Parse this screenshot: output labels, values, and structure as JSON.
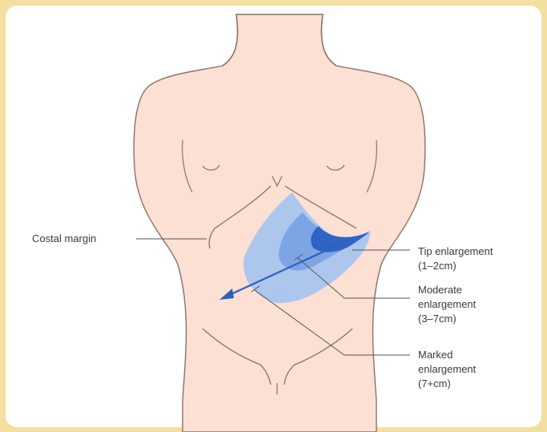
{
  "labels": {
    "costal_margin": "Costal margin",
    "tip_line1": "Tip enlargement",
    "tip_line2": "(1–2cm)",
    "moderate_line1": "Moderate",
    "moderate_line2": "enlargement",
    "moderate_line3": "(3–7cm)",
    "marked_line1": "Marked",
    "marked_line2": "enlargement",
    "marked_line3": "(7+cm)"
  },
  "colors": {
    "frame": "#f3dfa0",
    "skin": "#fbe0d3",
    "skin_outline": "#8a7068",
    "zone_marked": "#a9c4ee",
    "zone_moderate": "#7aa3e6",
    "zone_tip": "#2f64c4",
    "arrow": "#2f5fb8"
  }
}
